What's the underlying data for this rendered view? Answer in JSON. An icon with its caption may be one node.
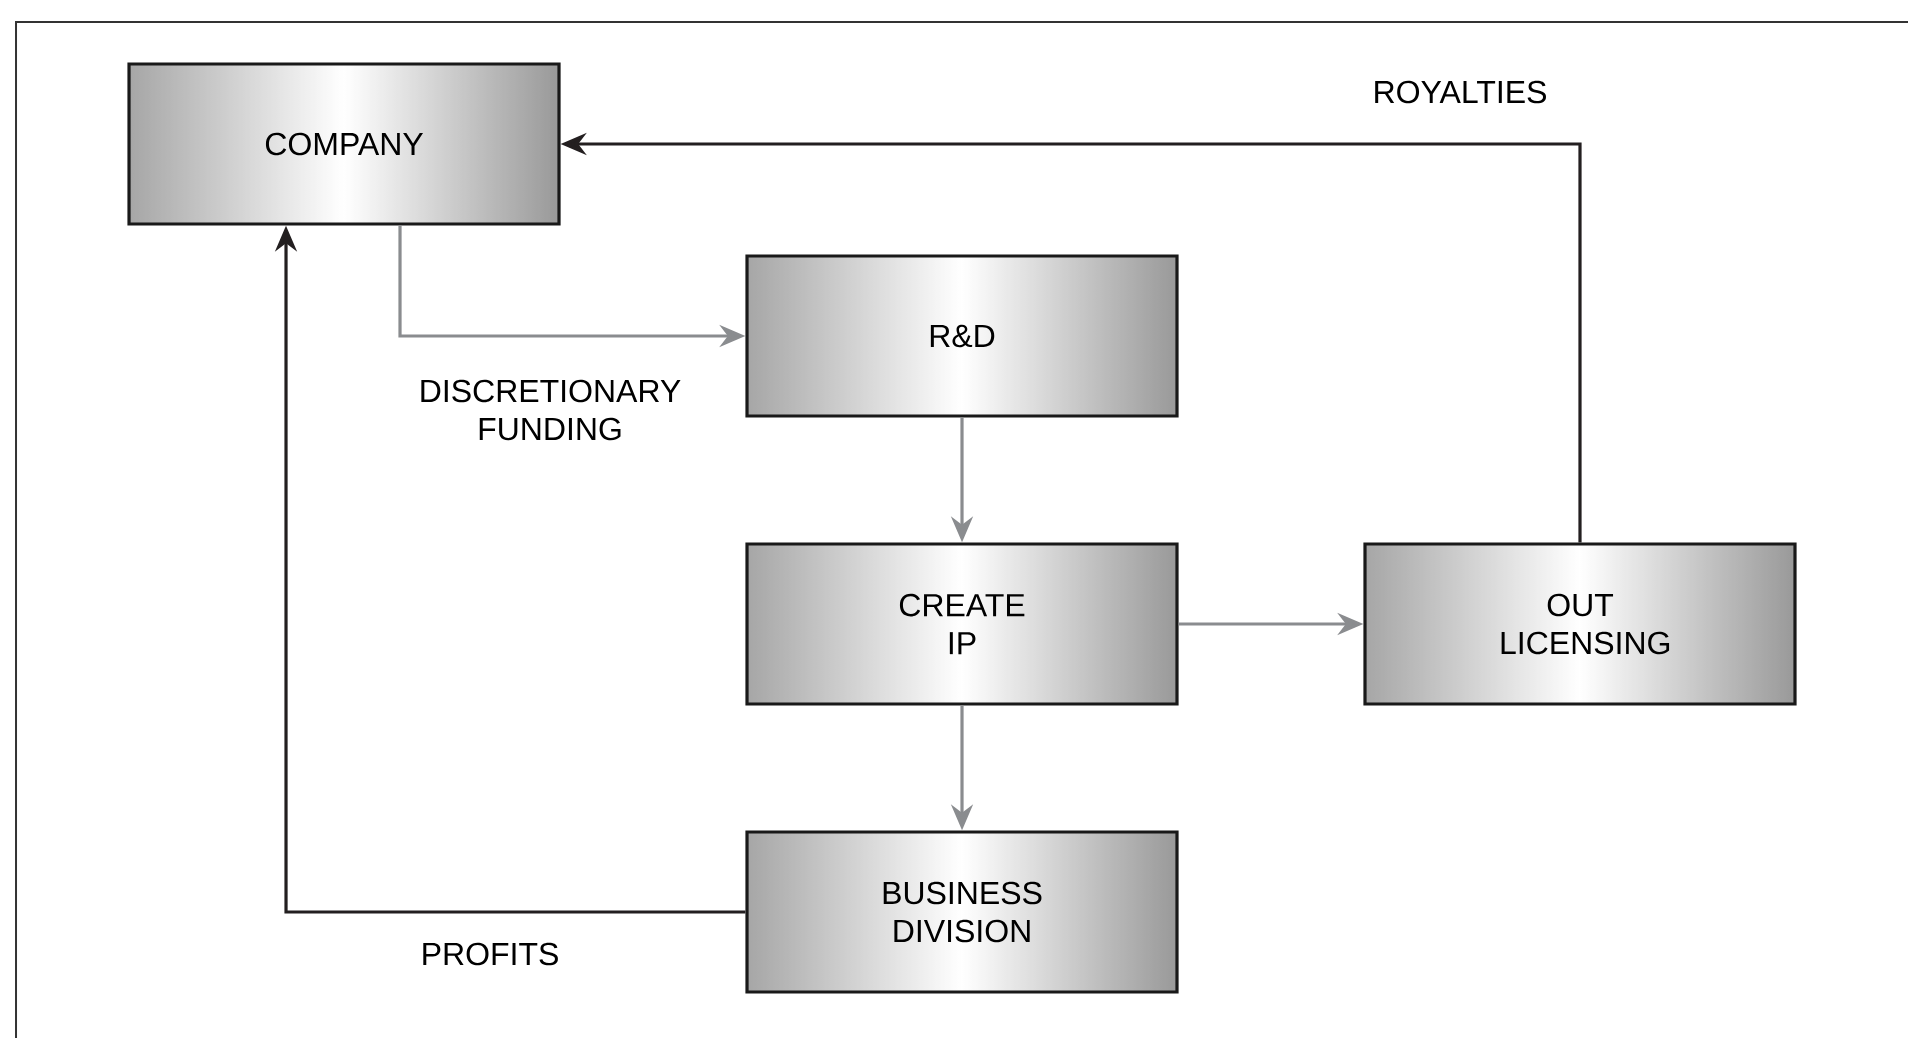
{
  "diagram": {
    "nodes": [
      {
        "text": [
          "COMPANY"
        ]
      },
      {
        "text": [
          "R&D"
        ]
      },
      {
        "text": [
          "CREATE IP"
        ]
      },
      {
        "text": [
          "OUT LICENSING"
        ]
      },
      {
        "text": [
          "BUSINESS DIVISION"
        ]
      }
    ],
    "edges": [
      {
        "from": 0,
        "to": 1,
        "arrow": "to",
        "label": "DISCRETIONARY FUNDING"
      },
      {
        "from": 1,
        "to": 2,
        "arrow": "to"
      },
      {
        "from": 2,
        "to": 3,
        "arrow": "to"
      },
      {
        "from": 2,
        "to": 4,
        "arrow": "to"
      },
      {
        "from": 3,
        "to": 0,
        "arrow": "to",
        "label": "ROYALTIES",
        "color": "#231f20"
      },
      {
        "from": 4,
        "to": 0,
        "arrow": "to",
        "label": "PROFITS",
        "color": "#231f20"
      }
    ]
  }
}
